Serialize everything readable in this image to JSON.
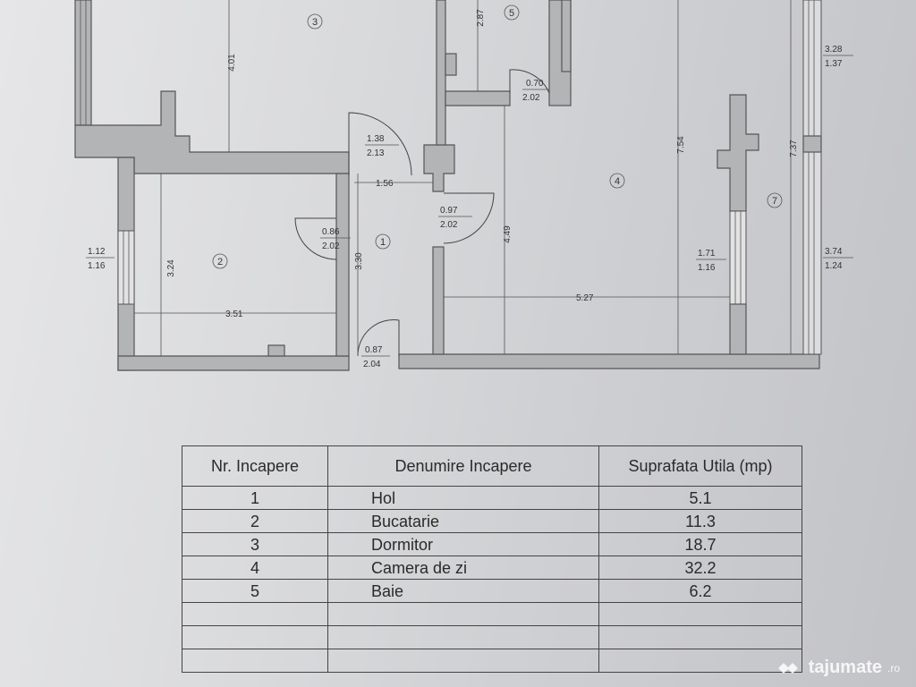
{
  "plan": {
    "room_labels": [
      "1",
      "2",
      "3",
      "4",
      "5",
      "7"
    ],
    "dimensions": {
      "d_401": "4.01",
      "d_287": "2.87",
      "d_328": "3.28",
      "d_137": "1.37",
      "d_070": "0.70",
      "d_202a": "2.02",
      "d_138": "1.38",
      "d_213": "2.13",
      "d_754": "7.54",
      "d_737": "7.37",
      "d_156": "1.56",
      "d_097": "0.97",
      "d_202b": "2.02",
      "d_449": "4.49",
      "d_086": "0.86",
      "d_202c": "2.02",
      "d_112": "1.12",
      "d_116a": "1.16",
      "d_324": "3.24",
      "d_330": "3.30",
      "d_171": "1.71",
      "d_116b": "1.16",
      "d_374": "3.74",
      "d_124": "1.24",
      "d_527": "5.27",
      "d_351": "3.51",
      "d_087": "0.87",
      "d_204": "2.04"
    }
  },
  "table": {
    "headers": [
      "Nr. Incapere",
      "Denumire Incapere",
      "Suprafata Utila (mp)"
    ],
    "rows": [
      [
        "1",
        "Hol",
        "5.1"
      ],
      [
        "2",
        "Bucatarie",
        "11.3"
      ],
      [
        "3",
        "Dormitor",
        "18.7"
      ],
      [
        "4",
        "Camera de zi",
        "32.2"
      ],
      [
        "5",
        "Baie",
        "6.2"
      ],
      [
        "",
        "",
        ""
      ],
      [
        "",
        "",
        ""
      ],
      [
        "",
        "",
        ""
      ]
    ]
  },
  "watermark": {
    "brand": "tajumate",
    "domain": ".ro"
  }
}
